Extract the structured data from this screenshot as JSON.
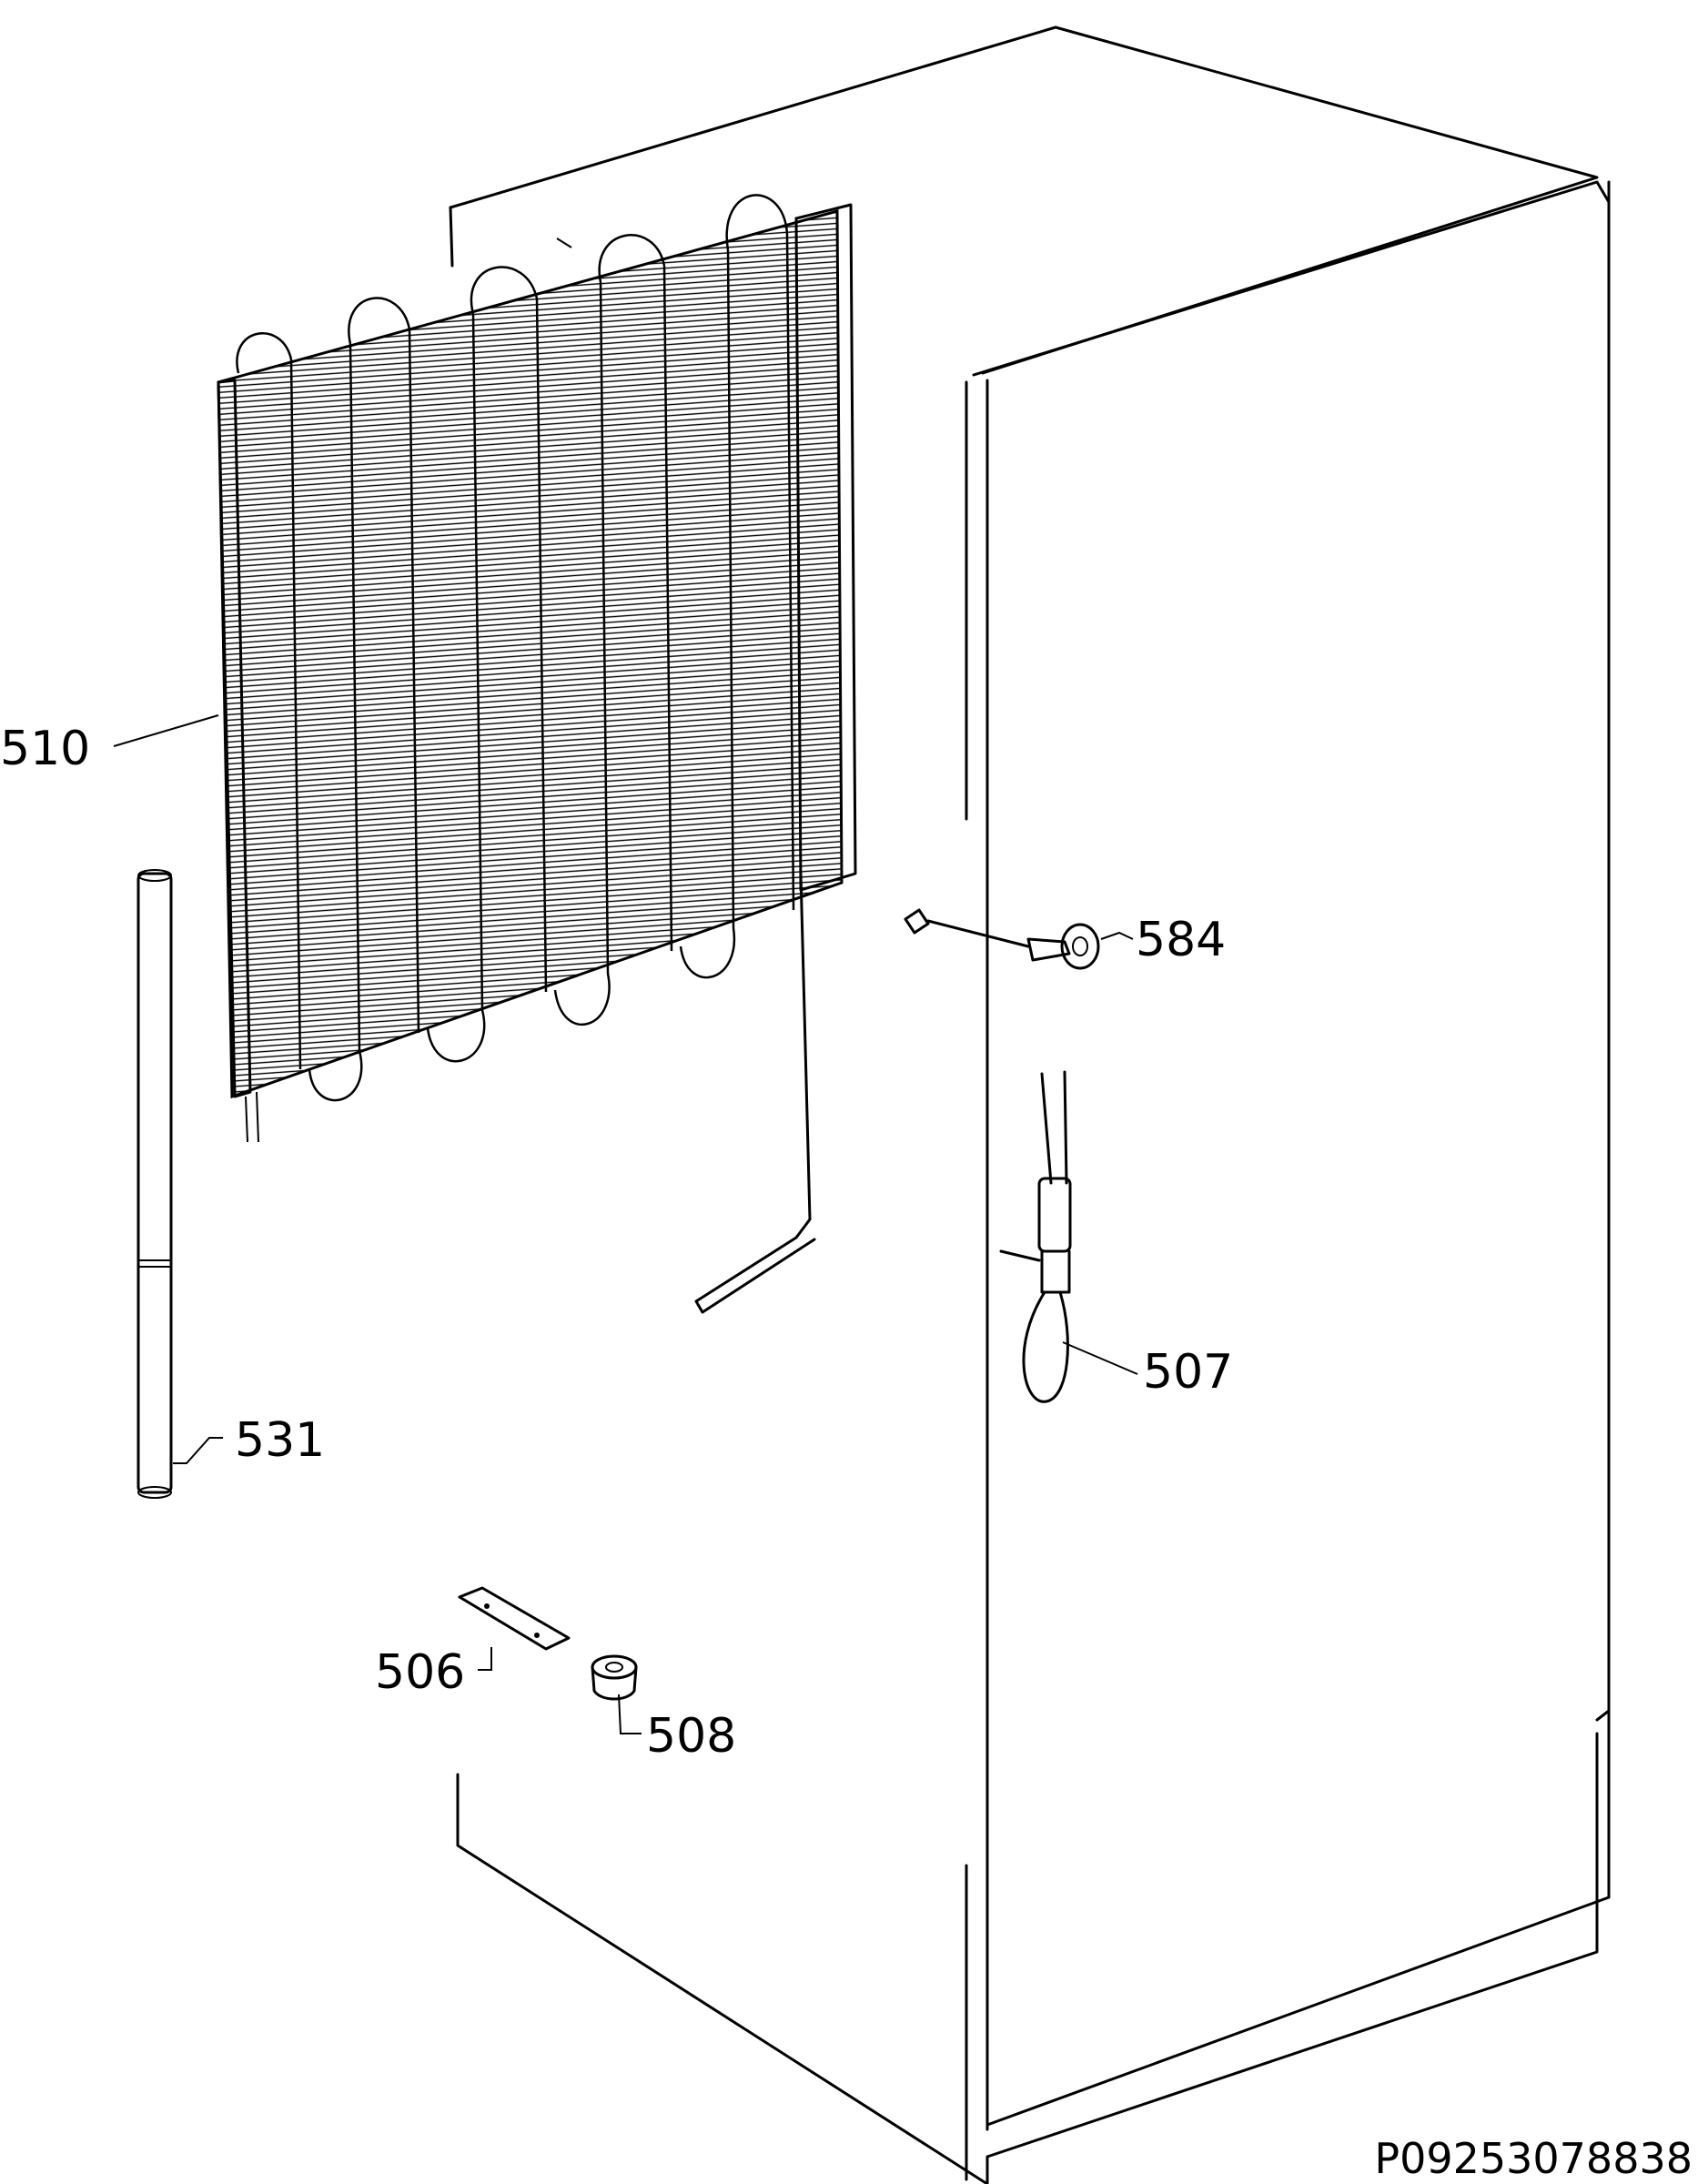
{
  "diagram": {
    "drawing_code": "P09253078838",
    "parts": [
      {
        "number": "510"
      },
      {
        "number": "531"
      },
      {
        "number": "584"
      },
      {
        "number": "507"
      },
      {
        "number": "506"
      },
      {
        "number": "508"
      }
    ]
  }
}
